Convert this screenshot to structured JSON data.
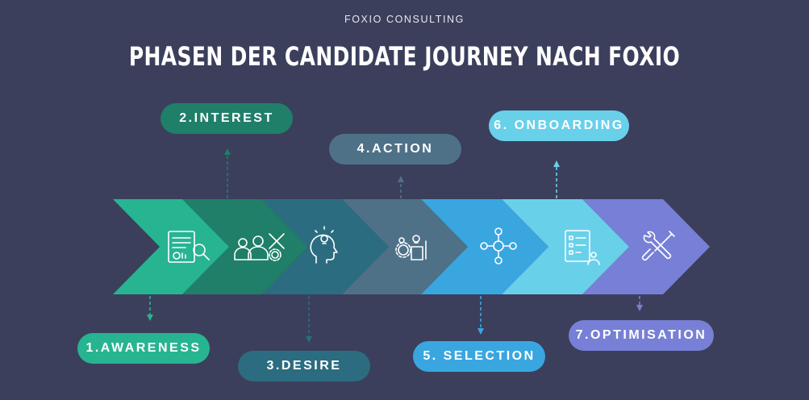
{
  "header": {
    "company": "FOXIO CONSULTING",
    "title": "PHASEN DER CANDIDATE JOURNEY NACH FOXIO"
  },
  "phases": [
    {
      "label": "1.AWARENESS",
      "color": "#27b491",
      "icon": "document-search-icon"
    },
    {
      "label": "2.INTEREST",
      "color": "#1f7f68",
      "icon": "team-tools-icon"
    },
    {
      "label": "3.DESIRE",
      "color": "#2c6c80",
      "icon": "head-lightbulb-icon"
    },
    {
      "label": "4.ACTION",
      "color": "#4f7188",
      "icon": "gears-idea-icon"
    },
    {
      "label": "5. SELECTION",
      "color": "#3aa6e0",
      "icon": "network-selection-icon"
    },
    {
      "label": "6. ONBOARDING",
      "color": "#69d0ea",
      "icon": "checklist-team-icon"
    },
    {
      "label": "7.OPTIMISATION",
      "color": "#7780d6",
      "icon": "wrench-screwdriver-icon"
    }
  ]
}
